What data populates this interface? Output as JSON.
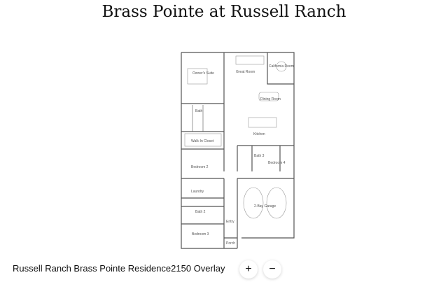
{
  "title": "Brass Pointe at Russell Ranch",
  "caption": "Russell Ranch Brass Pointe Residence2150 Overlay",
  "zoom_in_label": "+",
  "zoom_out_label": "−",
  "rooms": {
    "owners_suite": "Owner's Suite",
    "great_room": "Great Room",
    "california_room": "California Room",
    "dining_room": "Dining Room",
    "bath": "Bath",
    "kitchen": "Kitchen",
    "walk_in_closet": "Walk-In Closet",
    "bath3": "Bath 3",
    "bedroom4": "Bedroom 4",
    "bedroom2": "Bedroom 2",
    "laundry": "Laundry",
    "garage": "2-Bay Garage",
    "bath2": "Bath 2",
    "entry": "Entry",
    "bedroom3": "Bedroom 3",
    "porch": "Porch"
  }
}
